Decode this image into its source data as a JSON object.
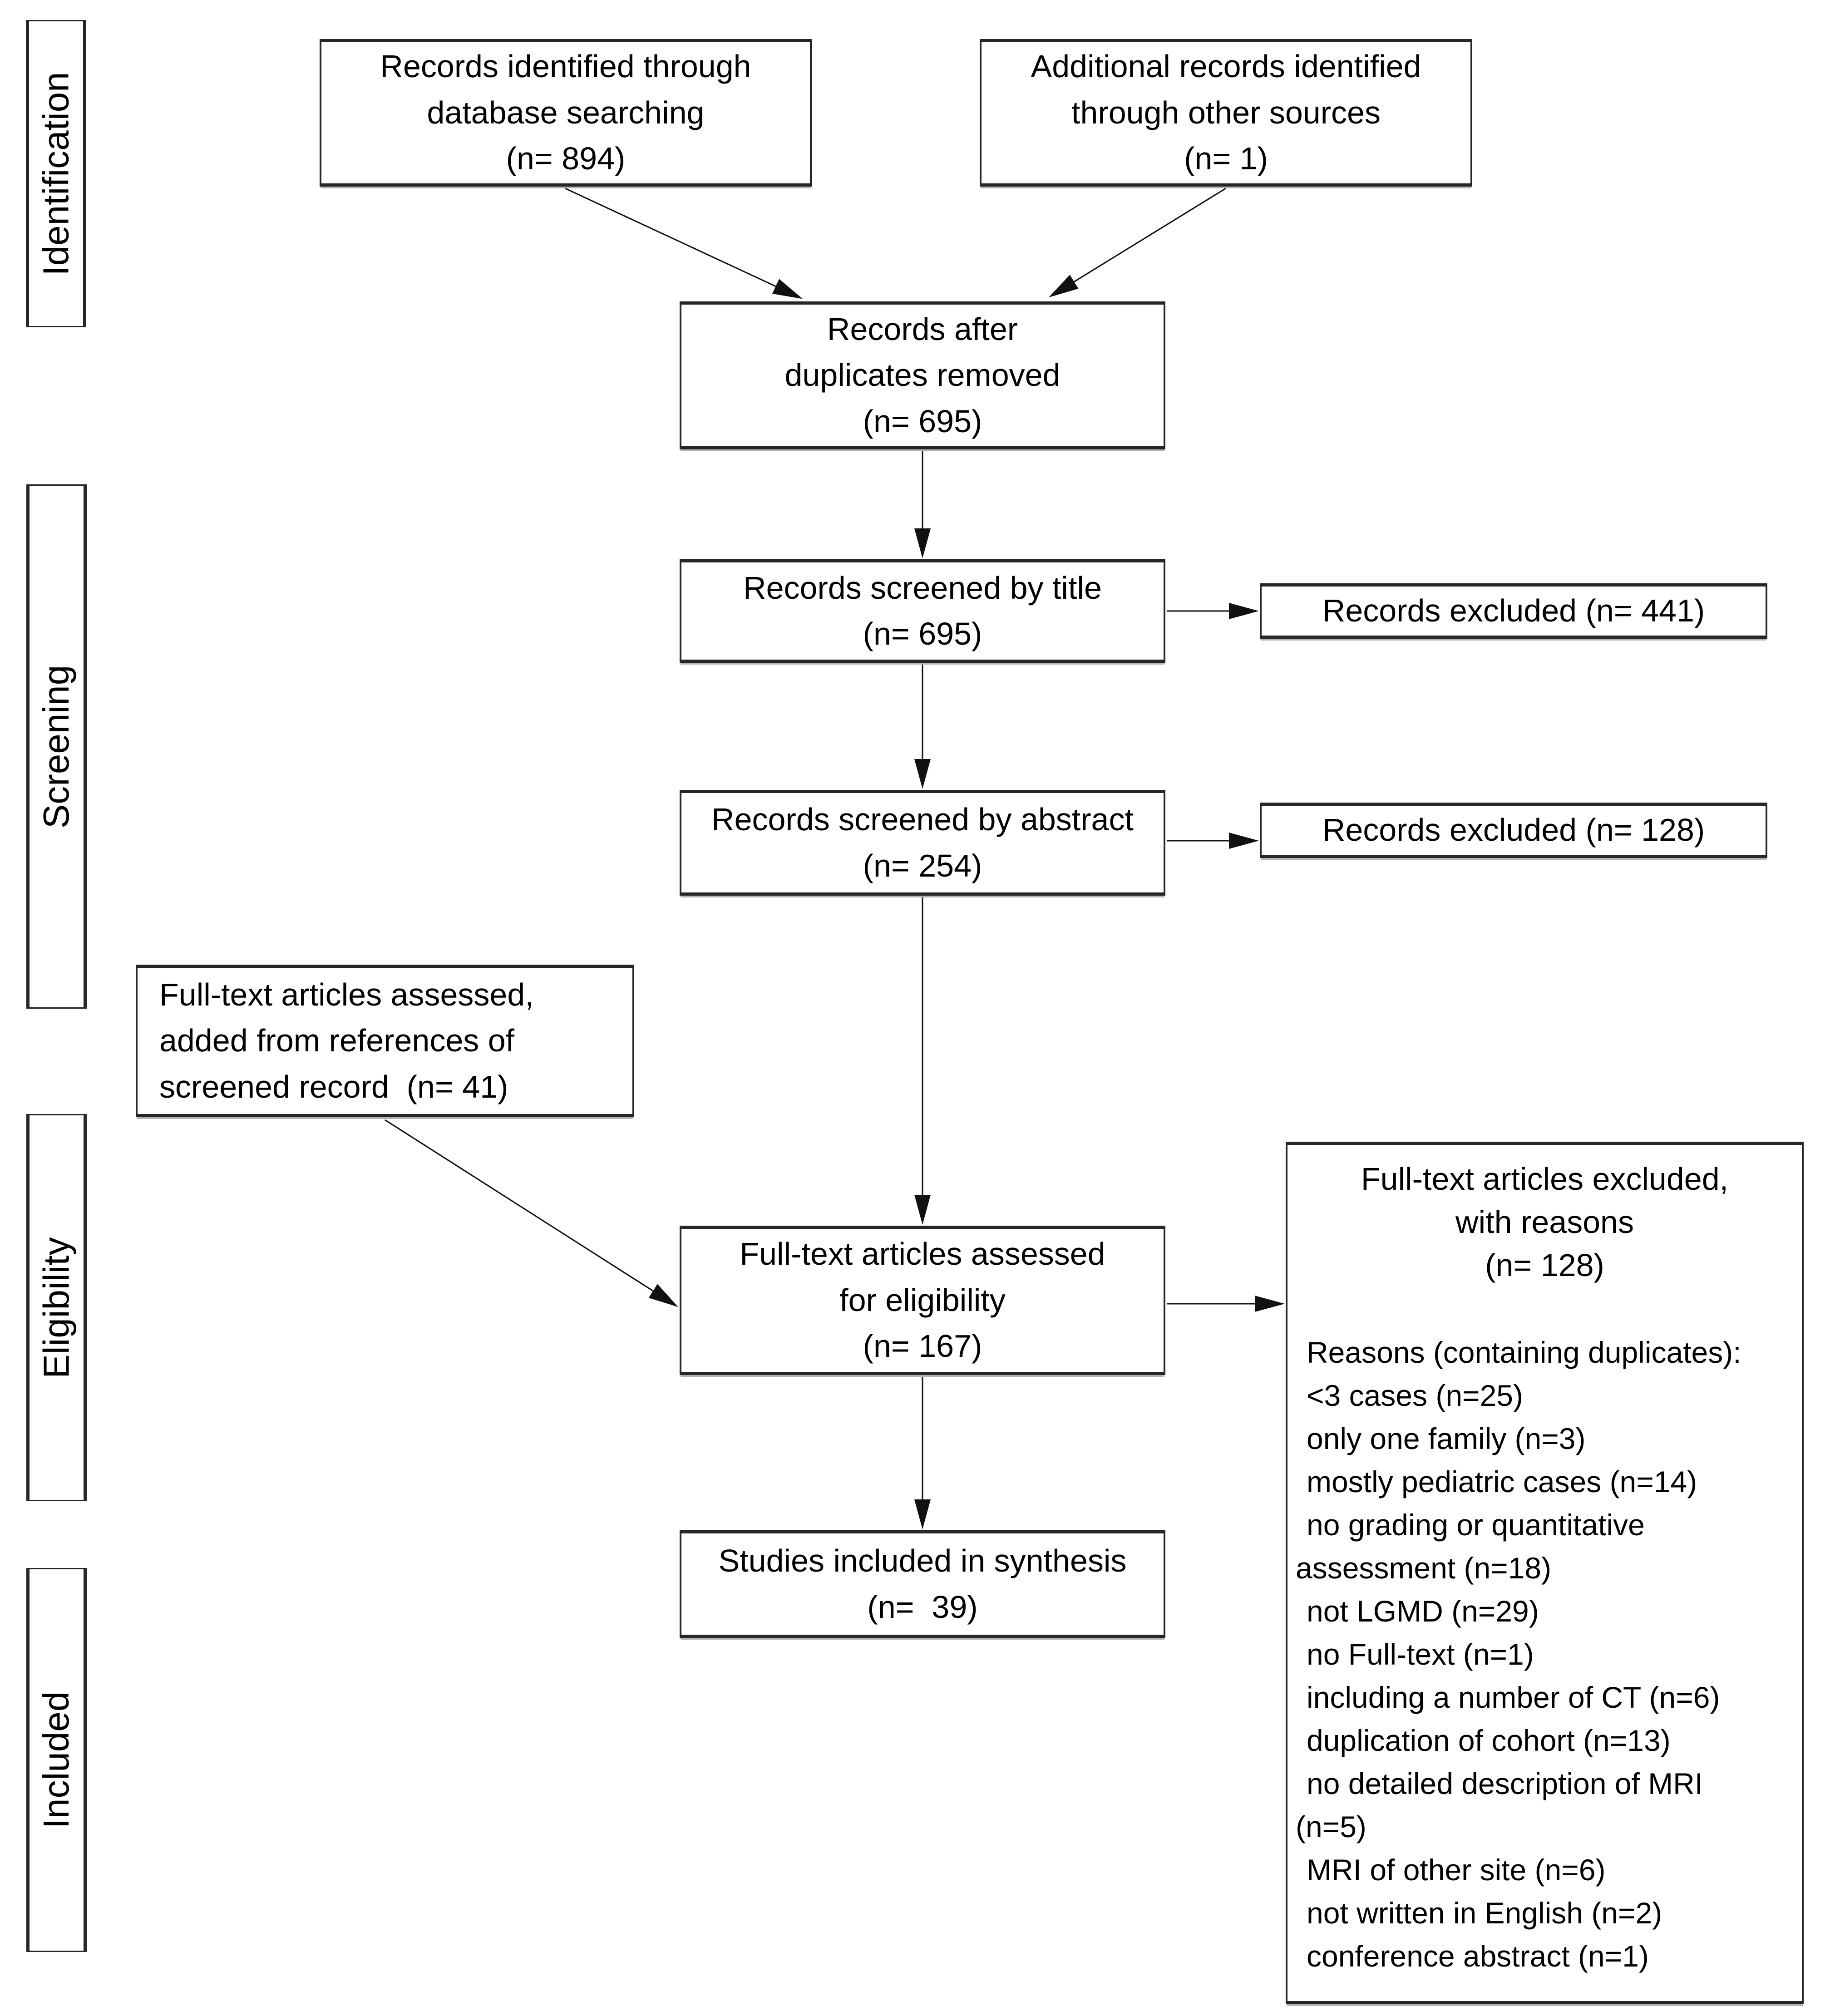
{
  "diagram": {
    "stages": [
      {
        "label": "Identification"
      },
      {
        "label": "Screening"
      },
      {
        "label": "Eligibility"
      },
      {
        "label": "Included"
      }
    ],
    "boxes": {
      "identified_db": "Records identified through\ndatabase searching\n(n= 894)",
      "identified_other": "Additional records identified\nthrough other sources\n(n= 1)",
      "after_duplicates": "Records after\nduplicates removed\n(n= 695)",
      "screened_title": "Records screened by title\n(n= 695)",
      "excluded_title": "Records excluded (n= 441)",
      "screened_abstract": "Records screened by abstract\n(n= 254)",
      "excluded_abstract": "Records excluded (n= 128)",
      "fulltext_refs": "Full-text articles assessed,\nadded from references of\nscreened record  (n= 41)",
      "fulltext_eligibility": "Full-text articles assessed\nfor eligibility\n(n= 167)",
      "included_synthesis": "Studies included in synthesis\n(n=  39)"
    },
    "exclusion": {
      "header": "Full-text articles excluded,\nwith reasons\n(n= 128)",
      "reasons_title": "Reasons (containing duplicates):",
      "reasons": [
        "<3 cases (n=25)",
        "only one family (n=3)",
        "mostly pediatric cases (n=14)",
        "no grading or quantitative",
        "assessment (n=18)",
        "not LGMD (n=29)",
        "no Full-text (n=1)",
        "including a number of CT (n=6)",
        "duplication of cohort (n=13)",
        "no detailed description of MRI",
        "(n=5)",
        "MRI of other site (n=6)",
        "not written in English (n=2)",
        "conference abstract (n=1)"
      ]
    },
    "colors": {
      "ink": "#000000",
      "border": "#262626",
      "background": "#ffffff"
    }
  }
}
